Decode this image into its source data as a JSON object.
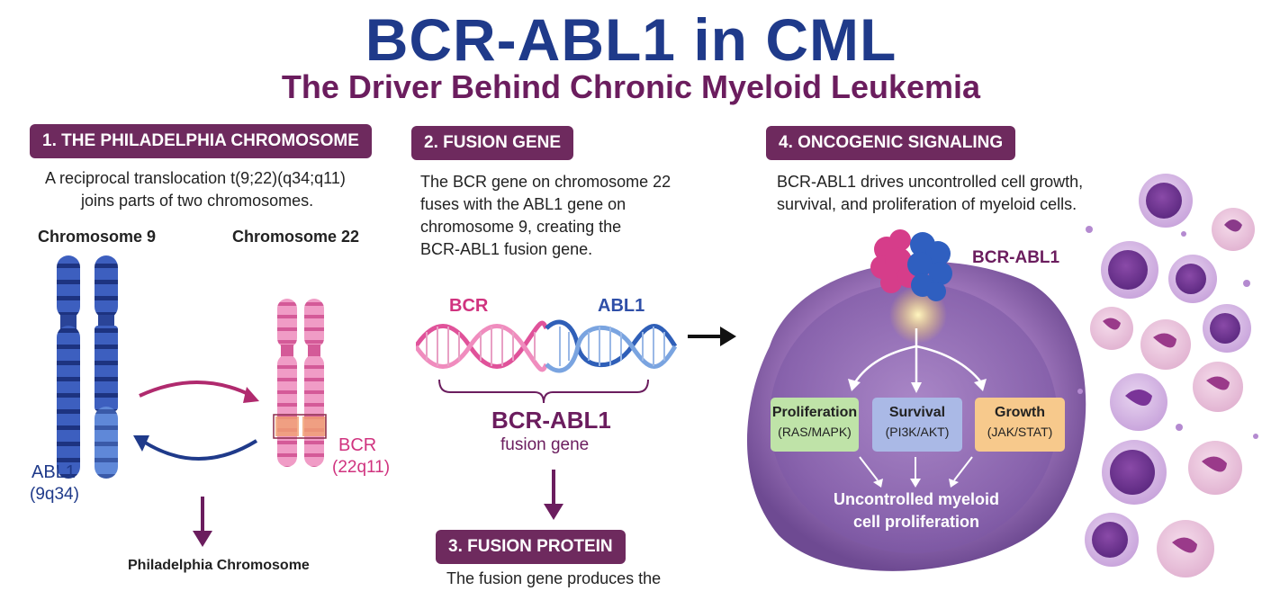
{
  "title": "BCR-ABL1 in CML",
  "subtitle": "The Driver Behind Chronic Myeloid Leukemia",
  "section1": {
    "badge": "1. THE PHILADELPHIA CHROMOSOME",
    "desc_line1": "A reciprocal translocation t(9;22)(q34;q11)",
    "desc_line2": "joins parts of two chromosomes.",
    "chr9_label": "Chromosome 9",
    "chr22_label": "Chromosome 22",
    "abl1_label": "ABL1",
    "abl1_locus": "(9q34)",
    "bcr_label": "BCR",
    "bcr_locus": "(22q11)",
    "result_label": "Philadelphia Chromosome"
  },
  "section2": {
    "badge": "2. FUSION GENE",
    "desc_line1": "The BCR gene on chromosome 22",
    "desc_line2": "fuses with the ABL1 gene on",
    "desc_line3": "chromosome 9, creating the",
    "desc_line4": "BCR-ABL1 fusion gene.",
    "bcr_label": "BCR",
    "abl1_label": "ABL1",
    "fusion_label": "BCR-ABL1",
    "fusion_sub": "fusion gene"
  },
  "section3": {
    "badge": "3. FUSION PROTEIN",
    "desc_partial": "The fusion gene produces the"
  },
  "section4": {
    "badge": "4. ONCOGENIC SIGNALING",
    "desc_line1": "BCR-ABL1 drives uncontrolled cell growth,",
    "desc_line2": "survival, and proliferation of myeloid cells.",
    "protein_label": "BCR-ABL1",
    "pathways": [
      {
        "name": "Proliferation",
        "sub": "(RAS/MAPK)",
        "color": "#bfe3a8"
      },
      {
        "name": "Survival",
        "sub": "(PI3K/AKT)",
        "color": "#aab9e6"
      },
      {
        "name": "Growth",
        "sub": "(JAK/STAT)",
        "color": "#f7c98c"
      }
    ],
    "outcome_line1": "Uncontrolled myeloid",
    "outcome_line2": "cell proliferation"
  },
  "colors": {
    "title": "#1f3a8a",
    "subtitle": "#6b1d5e",
    "badge": "#6e2a5e",
    "chr9": "#2f4fa8",
    "chr22": "#e070a8",
    "cell": "#9a72b8"
  }
}
